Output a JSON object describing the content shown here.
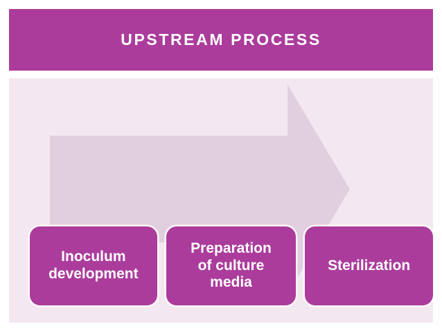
{
  "slide": {
    "title": "UPSTREAM PROCESS",
    "colors": {
      "accent": "#ab3c9c",
      "panel_background": "#f3e8f0",
      "arrow_fill": "#e1cfe0",
      "title_text": "#ffffff",
      "box_text": "#ffffff",
      "box_halo": "#fbf7fa",
      "page_background": "#ffffff"
    }
  },
  "diagram": {
    "type": "process-flow",
    "direction": "left-to-right",
    "arrow_name": "process-direction-arrow",
    "steps": [
      {
        "index": 1,
        "label": "Inoculum\ndevelopment"
      },
      {
        "index": 2,
        "label": "Preparation\nof culture\nmedia"
      },
      {
        "index": 3,
        "label": "Sterilization"
      }
    ]
  }
}
